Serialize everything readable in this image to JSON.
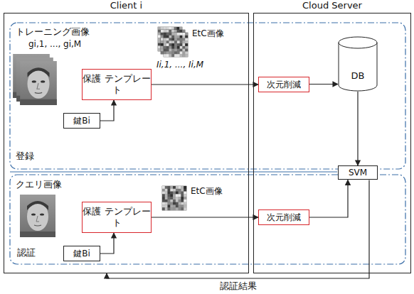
{
  "diagram": {
    "nodes": [
      {
        "text": [
          "Client i"
        ]
      },
      {
        "text": [
          "Cloud Server"
        ]
      },
      {
        "text": [
          "保護 テンプレート"
        ],
        "in": 0
      },
      {
        "text": [
          "鍵Bi"
        ],
        "in": 0
      },
      {
        "text": [
          "次元削減"
        ],
        "in": 1
      },
      {
        "text": [
          "DB"
        ],
        "in": 1
      },
      {
        "text": [
          "SVM"
        ],
        "in": 1
      },
      {
        "text": [
          "保護 テンプレート"
        ],
        "in": 0
      },
      {
        "text": [
          "鍵Bi"
        ],
        "in": 0
      },
      {
        "text": [
          "次元削減"
        ],
        "in": 1
      }
    ],
    "edges": [
      {
        "from": 3,
        "to": 2,
        "arrow": "to"
      },
      {
        "from": 2,
        "to": 4,
        "arrow": "to"
      },
      {
        "from": 4,
        "to": 5,
        "arrow": "to"
      },
      {
        "from": 5,
        "to": 6,
        "arrow": "to"
      },
      {
        "from": 8,
        "to": 7,
        "arrow": "to"
      },
      {
        "from": 7,
        "to": 9,
        "arrow": "to"
      },
      {
        "from": 9,
        "to": 6,
        "arrow": "to"
      },
      {
        "from": 6,
        "to": 0,
        "label": "認証結果",
        "arrow": "to"
      }
    ],
    "labels": [
      "トレーニング画像",
      "gi,1, ..., gi,M",
      "EtC画像",
      "Ii,1, ..., Ii,M",
      "登録",
      "クエリ画像",
      "EtC画像",
      "認証"
    ]
  }
}
